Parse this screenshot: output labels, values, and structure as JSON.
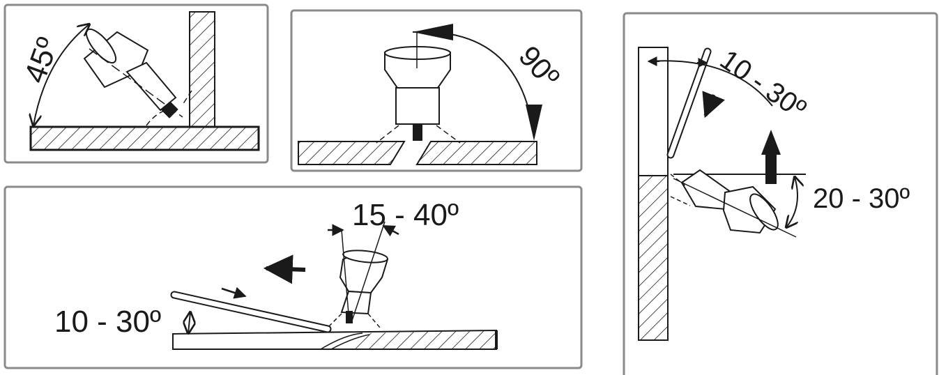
{
  "panels": [
    {
      "id": "fillet-weld",
      "angle_label": "45º"
    },
    {
      "id": "butt-weld",
      "angle_label": "90º"
    },
    {
      "id": "flat-filler",
      "torch_angle_label": "15 - 40º",
      "rod_angle_label": "10 - 30º"
    },
    {
      "id": "vertical-up",
      "rod_angle_label": "10 - 30º",
      "torch_angle_label": "20 - 30º"
    }
  ],
  "colors": {
    "line": "#1a1a1a",
    "frame": "#8a8a8a",
    "background": "#ffffff"
  }
}
